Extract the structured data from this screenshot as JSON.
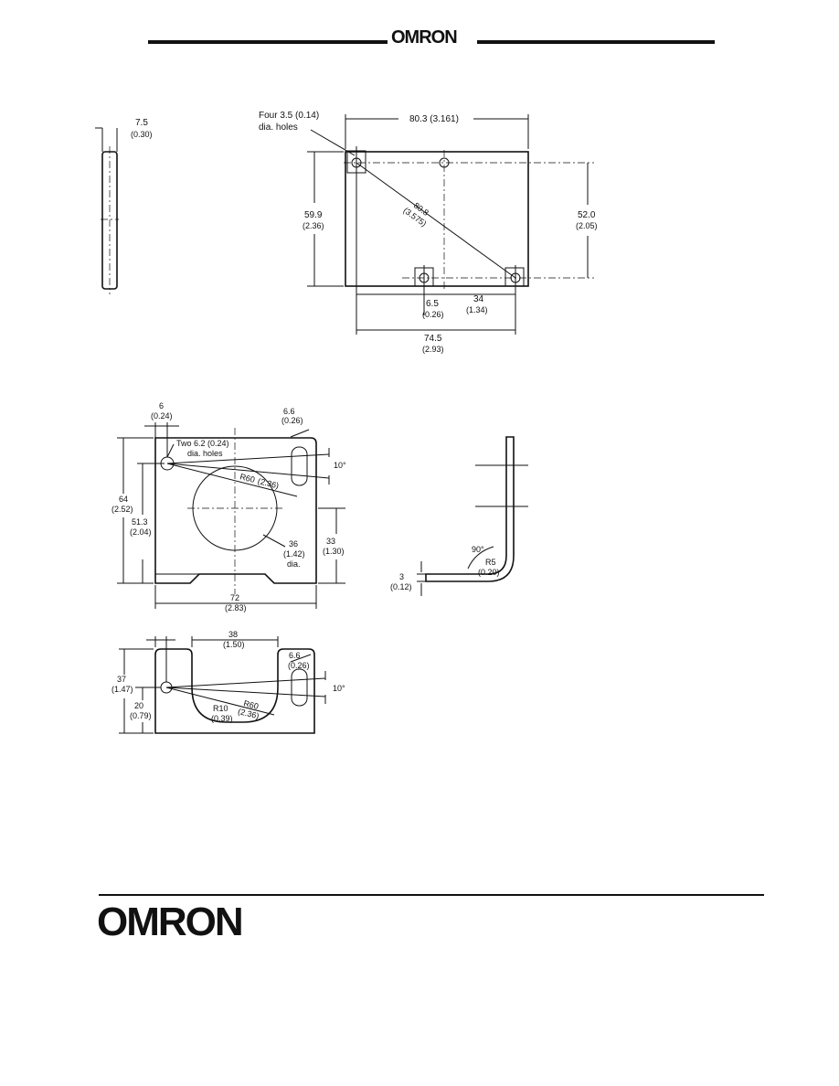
{
  "brand": {
    "header_logo": "OMRON",
    "footer_logo": "OMRON"
  },
  "drawing_a": {
    "thickness": "7.5",
    "thickness_in": "(0.30)",
    "holes_note_1": "Four 3.5 (0.14)",
    "holes_note_2": "dia. holes",
    "width": "80.3 (3.161)",
    "height": "59.9",
    "height_in": "(2.36)",
    "hole_pitch_v": "52.0",
    "hole_pitch_v_in": "(2.05)",
    "diag": "80.8",
    "diag_in": "(3.575)",
    "offset": "6.5",
    "offset_in": "(0.26)",
    "pitch_h": "34",
    "pitch_h_in": "(1.34)",
    "overall": "74.5",
    "overall_in": "(2.93)"
  },
  "drawing_b": {
    "edge": "6",
    "edge_in": "(0.24)",
    "slot": "6.6",
    "slot_in": "(0.26)",
    "holes_1": "Two 6.2 (0.24)",
    "holes_2": "dia. holes",
    "angle": "10°",
    "radius": "R60",
    "radius_in": "(2.36)",
    "height": "64",
    "height_in": "(2.52)",
    "inner": "51.3",
    "inner_in": "(2.04)",
    "circle": "36",
    "circle_in": "(1.42)",
    "circle_dia": "dia.",
    "side": "33",
    "side_in": "(1.30)",
    "width": "72",
    "width_in": "(2.83)"
  },
  "drawing_c": {
    "bend_angle": "90°",
    "bend_r": "R5",
    "bend_r_in": "(0.20)",
    "thick": "3",
    "thick_in": "(0.12)"
  },
  "drawing_d": {
    "slot_w": "38",
    "slot_w_in": "(1.50)",
    "slot": "6.6",
    "slot_in": "(0.26)",
    "height": "37",
    "height_in": "(1.47)",
    "angle": "10°",
    "radius": "R60",
    "radius_in": "(2.36)",
    "corner": "R10",
    "corner_in": "(0.39)",
    "lower": "20",
    "lower_in": "(0.79)"
  }
}
